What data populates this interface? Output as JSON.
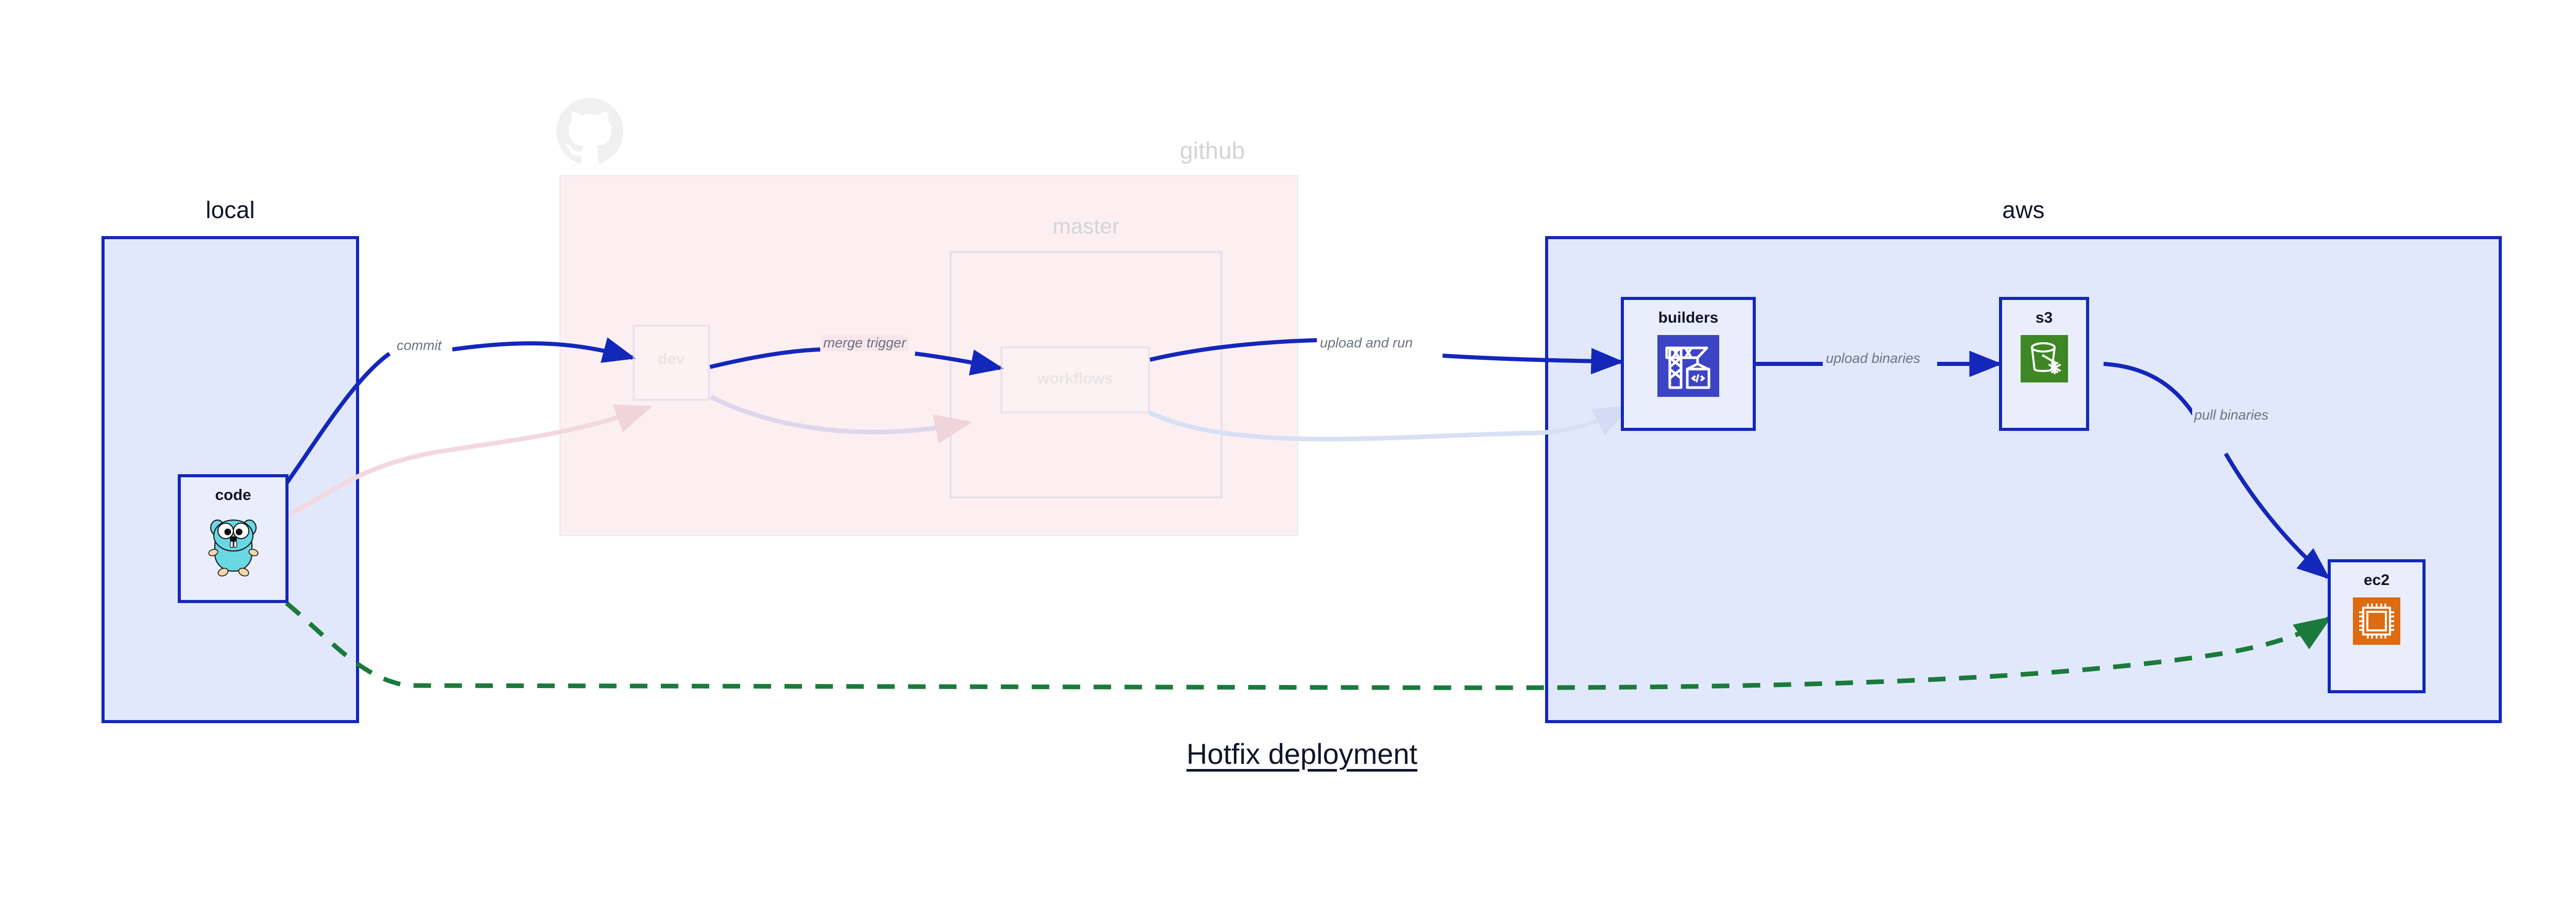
{
  "caption": "Hotfix deployment",
  "colors": {
    "group_border": "#1327bb",
    "group_fill": "#e2e8fb",
    "github_fill": "#fae3e9",
    "edge_blue": "#1327bb",
    "edge_green": "#1a7a3c",
    "edge_label_text": "#6b7280",
    "builders_icon_bg": "#3c44c4",
    "s3_icon_bg": "#3f8624",
    "ec2_icon_bg": "#dd6b10",
    "gopher_body": "#6ad7e5",
    "faded_gray": "#e0e0e0"
  },
  "groups": [
    {
      "id": "local",
      "title": "local",
      "faded": false
    },
    {
      "id": "github",
      "title": "github",
      "faded": true
    },
    {
      "id": "master",
      "title": "master",
      "faded": true
    },
    {
      "id": "aws",
      "title": "aws",
      "faded": false
    }
  ],
  "nodes": [
    {
      "id": "code",
      "label": "code",
      "icon": "go-gopher-icon",
      "faded": false
    },
    {
      "id": "dev",
      "label": "dev",
      "icon": "none",
      "faded": true
    },
    {
      "id": "workflows",
      "label": "workflows",
      "icon": "none",
      "faded": true
    },
    {
      "id": "builders",
      "label": "builders",
      "icon": "aws-codebuild-icon",
      "faded": false
    },
    {
      "id": "s3",
      "label": "s3",
      "icon": "aws-s3-glacier-icon",
      "faded": false
    },
    {
      "id": "ec2",
      "label": "ec2",
      "icon": "aws-ec2-chip-icon",
      "faded": false
    }
  ],
  "edges": [
    {
      "id": "commit",
      "from": "code",
      "to": "dev",
      "label": "commit",
      "style": "solid-blue"
    },
    {
      "id": "merge-trigger",
      "from": "dev",
      "to": "workflows",
      "label": "merge trigger",
      "style": "solid-blue"
    },
    {
      "id": "upload-and-run",
      "from": "workflows",
      "to": "builders",
      "label": "upload and run",
      "style": "solid-blue"
    },
    {
      "id": "upload-binaries",
      "from": "builders",
      "to": "s3",
      "label": "upload binaries",
      "style": "solid-blue"
    },
    {
      "id": "pull-binaries",
      "from": "s3",
      "to": "ec2",
      "label": "pull binaries",
      "style": "solid-blue"
    },
    {
      "id": "hotfix-direct",
      "from": "code",
      "to": "ec2",
      "label": "",
      "style": "dashed-green"
    },
    {
      "id": "ghost-code-dev",
      "from": "code",
      "to": "dev",
      "label": "",
      "style": "faded-pink"
    },
    {
      "id": "ghost-dev-wf",
      "from": "dev",
      "to": "workflows",
      "label": "",
      "style": "faded-pink"
    },
    {
      "id": "ghost-wf-build",
      "from": "workflows",
      "to": "builders",
      "label": "",
      "style": "faded-blue"
    }
  ],
  "github_logo": "github-octocat-icon"
}
